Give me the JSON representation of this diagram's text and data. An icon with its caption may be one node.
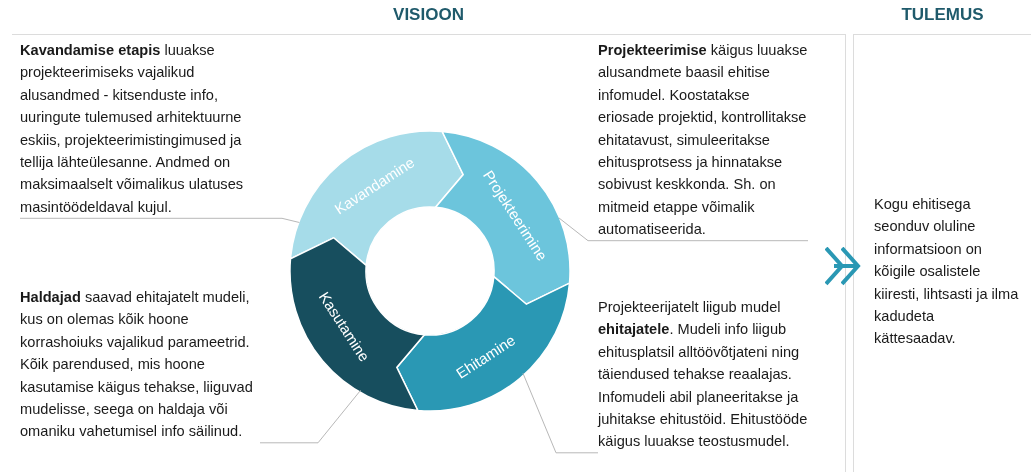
{
  "diagram": {
    "nodes": [
      {
        "text": [
          "VISIOON"
        ]
      },
      {
        "text": [
          "**Kavandamise etapis** luuakse projekteerimiseks vajalikud alusandmed - kitsenduste info, uuringute tulemused arhitektuurne eskiis, projekteerimistingimused ja tellija lähteülesanne. Andmed on maksimaalselt võimalikus ulatuses masintöödeldaval kujul."
        ],
        "in": 0
      },
      {
        "text": [
          "**Projekteerimise** käigus luuakse alusandmete baasil ehitise infomudel. Koostatakse eriosade projektid, kontrollitakse ehitatavust, simuleeritakse ehitusprotsess ja hinnatakse sobivust keskkonda. Sh. on mitmeid etappe võimalik automatiseerida."
        ],
        "in": 0
      },
      {
        "text": [
          "**Haldajad** saavad ehitajatelt mudeli, kus on olemas kõik hoone korrashoiuks vajalikud parameetrid. Kõik parendused, mis hoone kasutamise käigus tehakse, liiguvad mudelisse, seega on haldaja või omaniku vahetumisel info säilinud."
        ],
        "in": 0
      },
      {
        "text": [
          "Projekteerijatelt liigub mudel **ehitajatele**. Mudeli info liigub ehitusplatsil alltöövõtjateni ning täiendused tehakse reaalajas. Infomudeli abil planeeritakse ja juhitakse ehitustöid. Ehitustööde käigus luuakse teostusmudel."
        ],
        "in": 0
      },
      {
        "text": [
          "Kavandamine"
        ],
        "in": 0
      },
      {
        "text": [
          "Projekteerimine"
        ],
        "in": 0
      },
      {
        "text": [
          "Ehitamine"
        ],
        "in": 0
      },
      {
        "text": [
          "Kasutamine"
        ],
        "in": 0
      },
      {
        "text": [
          "TULEMUS"
        ]
      },
      {
        "text": [
          "Kogu ehitisega seonduv oluline informatsioon on kõigile osalistele kiiresti, lihtsasti ja ilma kadudeta kättesaadav."
        ],
        "in": 9
      }
    ],
    "edges": [
      {
        "from": 1,
        "to": 5,
        "arrow": "none"
      },
      {
        "from": 2,
        "to": 6,
        "arrow": "none"
      },
      {
        "from": 3,
        "to": 8,
        "arrow": "none"
      },
      {
        "from": 4,
        "to": 7,
        "arrow": "none"
      },
      {
        "from": 0,
        "to": 9,
        "arrow": "to",
        "style": "thick",
        "color": "#2a98b4"
      }
    ]
  }
}
